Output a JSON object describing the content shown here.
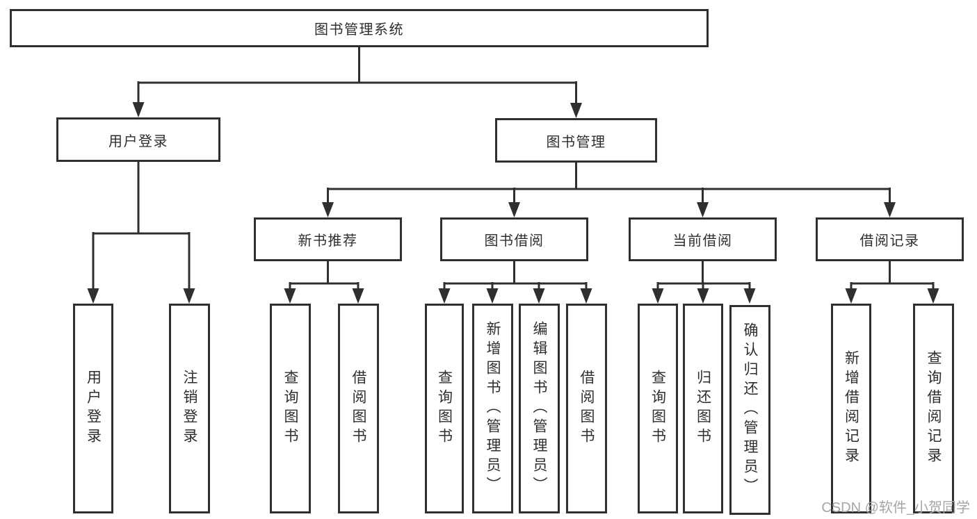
{
  "diagram": {
    "root": {
      "label": "图书管理系统"
    },
    "branches": [
      {
        "label": "用户登录",
        "children": [
          {
            "label": "用户登录"
          },
          {
            "label": "注销登录"
          }
        ]
      },
      {
        "label": "图书管理",
        "children": [
          {
            "label": "新书推荐",
            "children": [
              {
                "label": "查询图书"
              },
              {
                "label": "借阅图书"
              }
            ]
          },
          {
            "label": "图书借阅",
            "children": [
              {
                "label": "查询图书"
              },
              {
                "label": "新增图书（管理员）"
              },
              {
                "label": "编辑图书（管理员）"
              },
              {
                "label": "借阅图书"
              }
            ]
          },
          {
            "label": "当前借阅",
            "children": [
              {
                "label": "查询图书"
              },
              {
                "label": "归还图书"
              },
              {
                "label": "确认归还（管理员）"
              }
            ]
          },
          {
            "label": "借阅记录",
            "children": [
              {
                "label": "新增借阅记录"
              },
              {
                "label": "查询借阅记录"
              }
            ]
          }
        ]
      }
    ]
  },
  "watermark": "CSDN @软件_小贺同学",
  "colors": {
    "line": "#2f2f2f",
    "text": "#2e2e2e",
    "background": "#ffffff",
    "watermark": "#a6a6a6"
  }
}
